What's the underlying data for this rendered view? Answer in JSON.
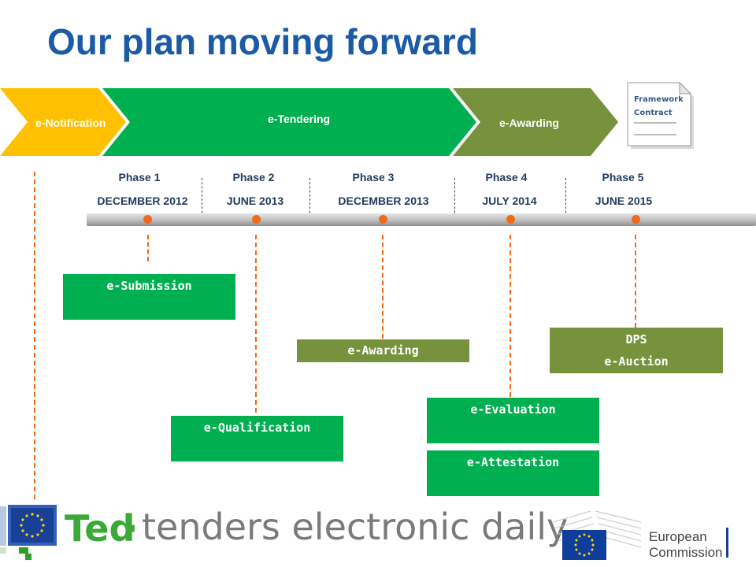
{
  "title": "Our plan moving forward",
  "process_arrows": [
    {
      "label": "e-Notification",
      "color": "#ffc000"
    },
    {
      "label": "e-Tendering",
      "color": "#00b050"
    },
    {
      "label": "e-Awarding",
      "color": "#76923c"
    }
  ],
  "framework_doc": {
    "line1": "Framework",
    "line2": "Contract"
  },
  "phases": [
    {
      "label": "Phase 1",
      "date": "DECEMBER 2012"
    },
    {
      "label": "Phase 2",
      "date": "JUNE 2013"
    },
    {
      "label": "Phase 3",
      "date": "DECEMBER 2013"
    },
    {
      "label": "Phase 4",
      "date": "JULY 2014"
    },
    {
      "label": "Phase 5",
      "date": "JUNE 2015"
    }
  ],
  "modules": {
    "e_submission": "e-Submission",
    "e_qualification": "e-Qualification",
    "e_awarding": "e-Awarding",
    "e_evaluation": "e-Evaluation",
    "e_attestation": "e-Attestation",
    "dps": "DPS",
    "e_auction": "e-Auction"
  },
  "colors": {
    "title": "#1b5aa6",
    "accent_orange": "#ef6a1b",
    "green": "#00b050",
    "olive": "#76923c",
    "yellow": "#ffc000"
  },
  "footer": {
    "ted_brand": "Ted",
    "ted_separator": "·",
    "ted_tagline": "tenders electronic daily",
    "ec_line1": "European",
    "ec_line2": "Commission"
  }
}
